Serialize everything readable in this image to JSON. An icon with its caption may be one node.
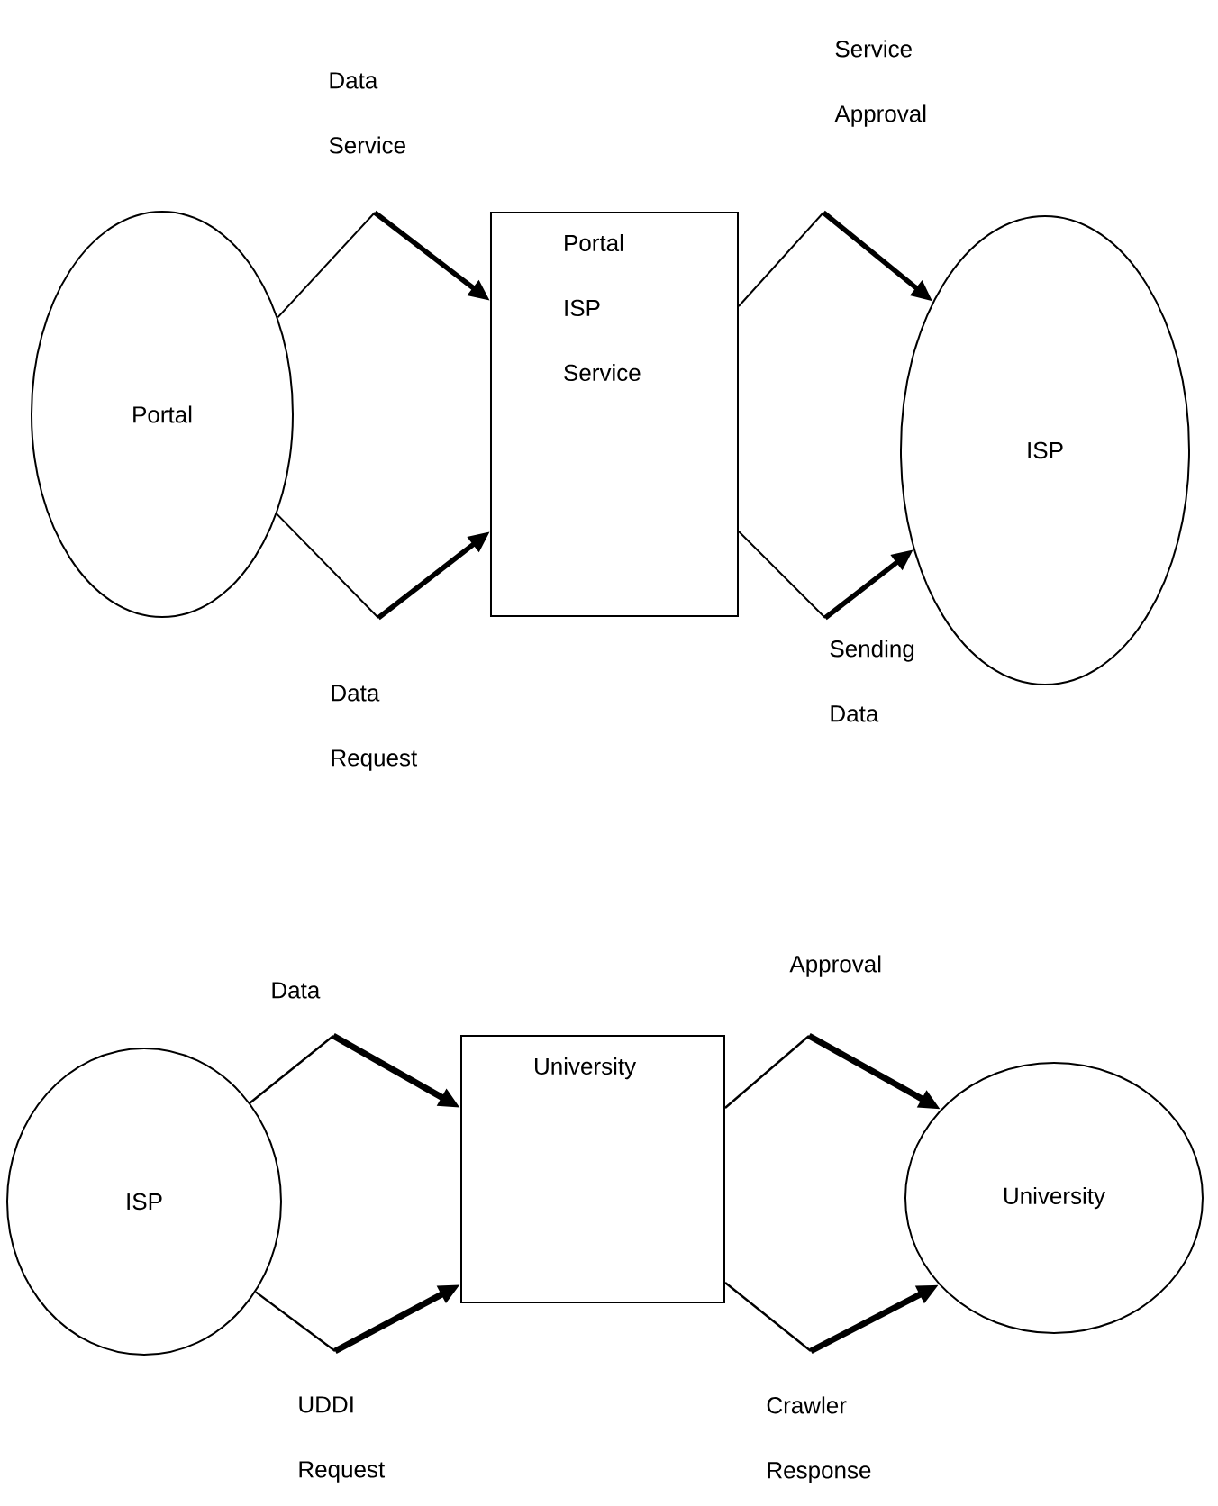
{
  "diagram": {
    "nodes": [
      {
        "text": [
          "Portal"
        ]
      },
      {
        "text": [
          "Portal ISP Service"
        ]
      },
      {
        "text": [
          "ISP"
        ]
      },
      {
        "text": [
          "ISP"
        ]
      },
      {
        "text": [
          "University"
        ]
      },
      {
        "text": [
          "University"
        ]
      }
    ],
    "edges": [
      {
        "from": 0,
        "to": 1,
        "arrow": "to",
        "label": "Data Service"
      },
      {
        "from": 0,
        "to": 1,
        "arrow": "to",
        "label": "Data Request"
      },
      {
        "from": 1,
        "to": 2,
        "arrow": "to",
        "label": "Service Approval"
      },
      {
        "from": 1,
        "to": 2,
        "arrow": "to",
        "label": "Sending Data"
      },
      {
        "from": 3,
        "to": 4,
        "arrow": "to",
        "label": "Data",
        "style": "thick"
      },
      {
        "from": 3,
        "to": 4,
        "arrow": "to",
        "label": "UDDI Request",
        "style": "thick"
      },
      {
        "from": 4,
        "to": 5,
        "arrow": "to",
        "label": "Approval",
        "style": "thick"
      },
      {
        "from": 4,
        "to": 5,
        "arrow": "to",
        "label": "Crawler Response",
        "style": "thick"
      }
    ]
  }
}
